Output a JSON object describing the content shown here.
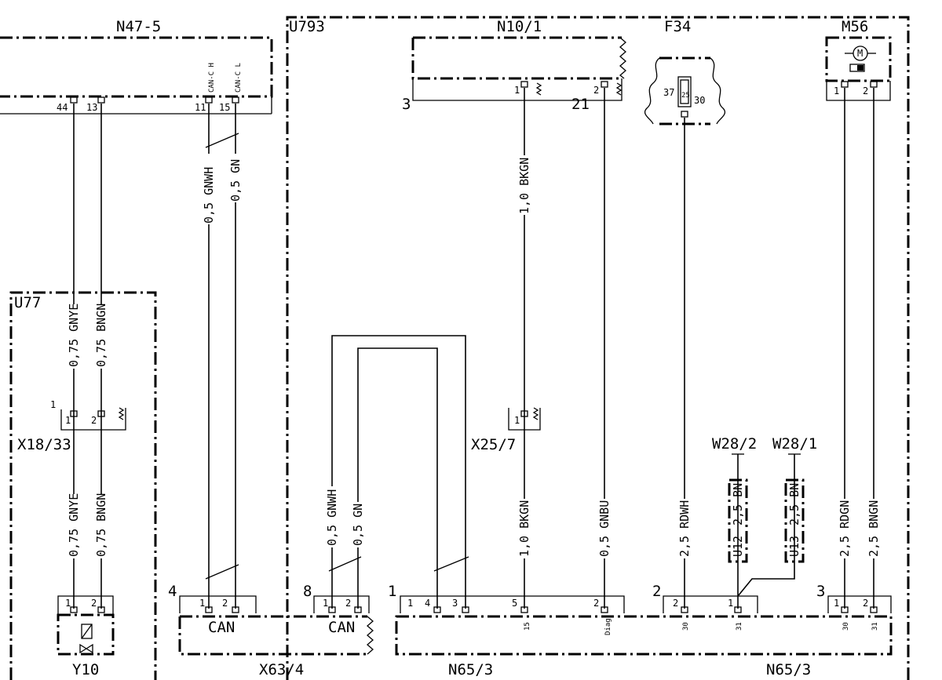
{
  "components": {
    "n47_5": "N47-5",
    "u793": "U793",
    "n10_1": "N10/1",
    "f34": "F34",
    "m56": "M56",
    "u77": "U77",
    "x18_33": "X18/33",
    "x25_7": "X25/7",
    "w28_2": "W28/2",
    "w28_1": "W28/1",
    "u12": "U12",
    "u13": "U13",
    "y10": "Y10",
    "x63_4": "X63/4",
    "n65_3_a": "N65/3",
    "n65_3_b": "N65/3"
  },
  "signals": {
    "can_c_h": "CAN-C H",
    "can_c_l": "CAN-C L",
    "can_a": "CAN",
    "can_b": "CAN",
    "diag": "Diag.",
    "m_symbol": "M"
  },
  "pins": {
    "n47_44": "44",
    "n47_13": "13",
    "n47_11": "11",
    "n47_15": "15",
    "n10_3": "3",
    "n10_1": "1",
    "n10_21": "21",
    "n10_2": "2",
    "f34_37": "37",
    "f34_25": "25",
    "f34_30": "30",
    "m56_1": "1",
    "m56_2": "2",
    "x18_group": "1",
    "x18_1": "1",
    "x18_2": "2",
    "x25_1": "1",
    "y10_1": "1",
    "y10_2": "2",
    "x63_g4": "4",
    "x63_4_1": "1",
    "x63_4_2": "2",
    "x63_g8": "8",
    "x63_8_1": "1",
    "x63_8_2": "2",
    "n65_g1": "1",
    "n65_1": "1",
    "n65_4": "4",
    "n65_3": "3",
    "n65_5": "5",
    "n65_2": "2",
    "n65_15": "15",
    "n65_g2": "2",
    "n65_2b": "2",
    "n65_1b": "1",
    "n65_30a": "30",
    "n65_31a": "31",
    "n65_g3": "3",
    "n65_1c": "1",
    "n65_2c": "2",
    "n65_30b": "30",
    "n65_31b": "31"
  },
  "wires": {
    "can_h_upper": "0,5 GNWH",
    "can_l_upper": "0,5 GN",
    "bkgn_upper": "1,0 BKGN",
    "gnye_upper": "0,75 GNYE",
    "bngn_upper": "0,75 BNGN",
    "gnye_lower": "0,75 GNYE",
    "bngn_lower": "0,75 BNGN",
    "can_h_lower": "0,5 GNWH",
    "can_l_lower": "0,5 GN",
    "bkgn_lower": "1,0 BKGN",
    "gnbu": "0,5 GNBU",
    "rdwh": "2,5 RDWH",
    "bn_u12": "2,5 BN",
    "bn_u13": "2,5 BN",
    "rdgn": "2,5 RDGN",
    "bngn_right": "2,5 BNGN"
  }
}
